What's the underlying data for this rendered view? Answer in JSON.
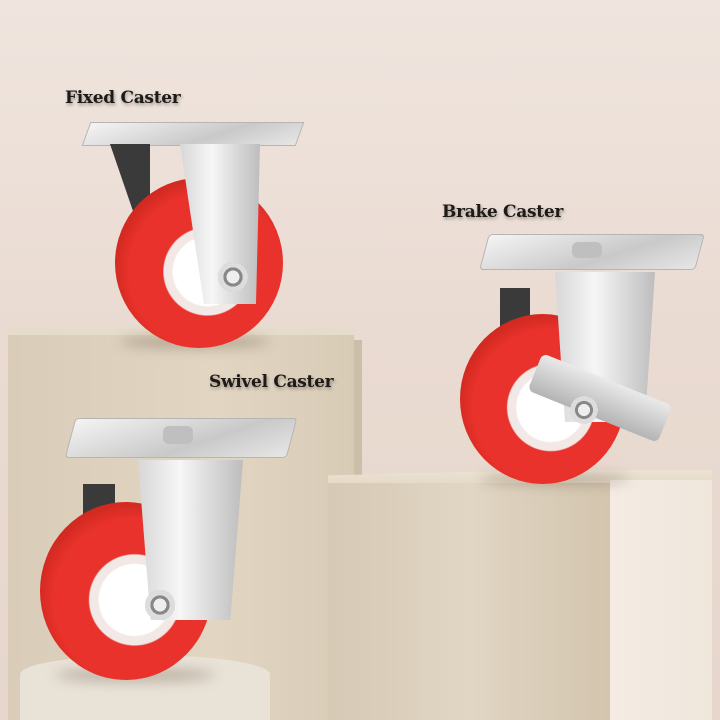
{
  "labels": {
    "fixed": "Fixed Caster",
    "brake": "Brake Caster",
    "swivel": "Swivel Caster"
  },
  "colors": {
    "background": "#ecdfd6",
    "pedestal": "#dccfbb",
    "wheel_red": "#e0302a",
    "metal": "#d0d0d0",
    "label_text": "#1e1a17"
  },
  "products": [
    {
      "name": "Fixed Caster",
      "type": "fixed"
    },
    {
      "name": "Brake Caster",
      "type": "brake"
    },
    {
      "name": "Swivel Caster",
      "type": "swivel"
    }
  ]
}
